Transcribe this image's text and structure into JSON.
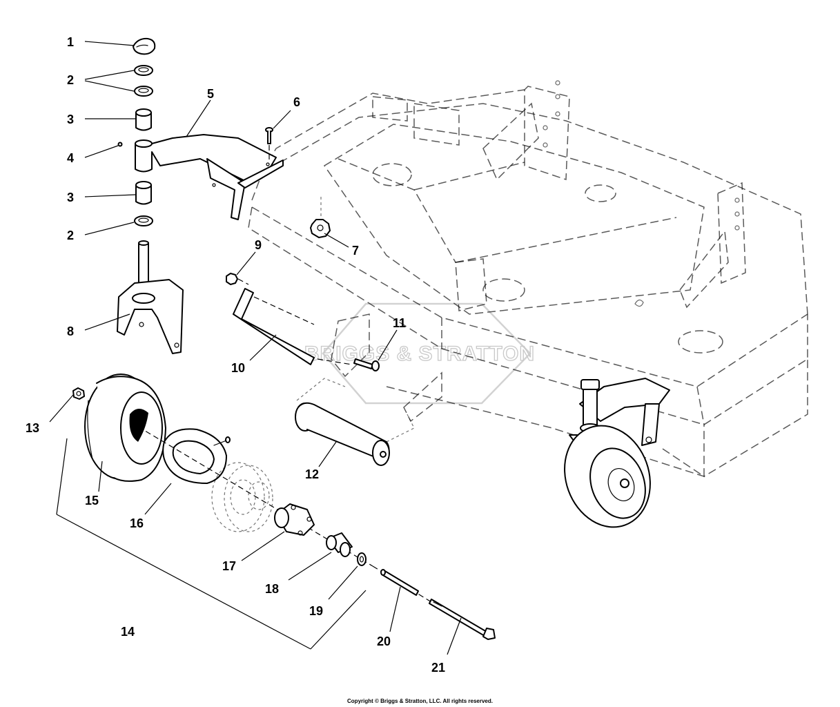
{
  "watermark": "BRIGGS & STRATTON",
  "copyright": "Copyright © Briggs & Stratton, LLC. All rights reserved.",
  "callouts": {
    "n1": "1",
    "n2a": "2",
    "n2b": "2",
    "n3a": "3",
    "n3b": "3",
    "n4": "4",
    "n5": "5",
    "n6": "6",
    "n7": "7",
    "n8": "8",
    "n9": "9",
    "n10": "10",
    "n11": "11",
    "n12": "12",
    "n13": "13",
    "n14": "14",
    "n15": "15",
    "n16": "16",
    "n17": "17",
    "n18": "18",
    "n19": "19",
    "n20": "20",
    "n21": "21"
  }
}
